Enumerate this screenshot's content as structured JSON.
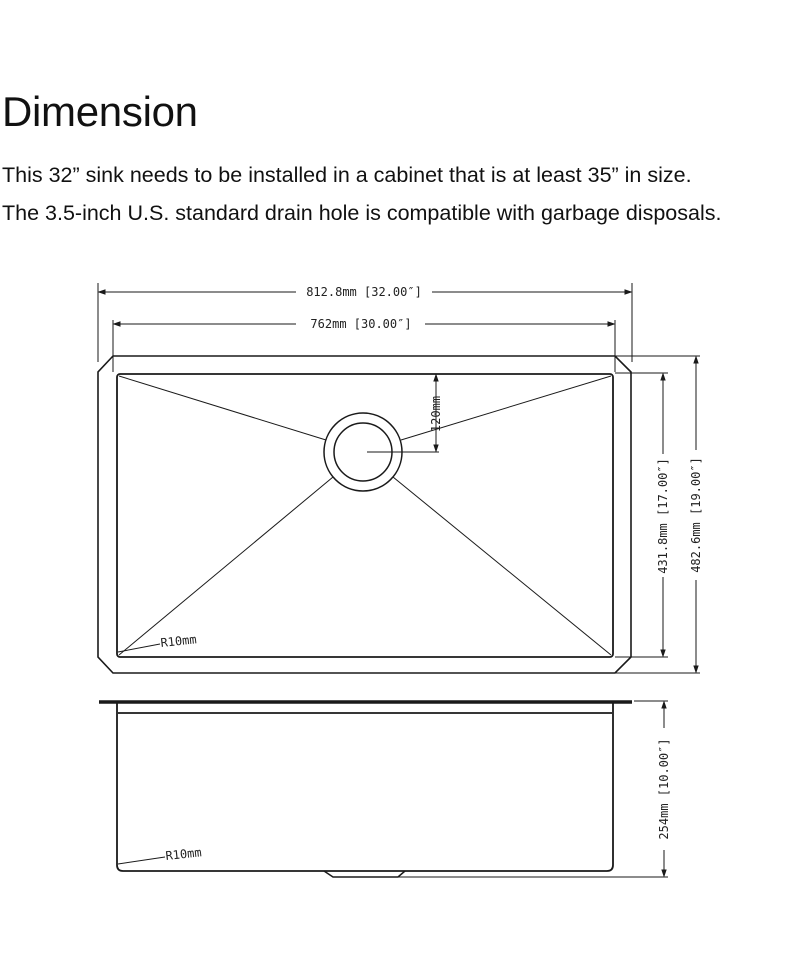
{
  "header": {
    "title": "Dimension"
  },
  "description": {
    "line1": "This 32” sink needs to be installed in a cabinet that is at least 35” in size.",
    "line2": "The 3.5-inch U.S. standard drain hole is compatible with garbage disposals."
  },
  "diagram": {
    "top_view": {
      "overall_width": "812.8mm [32.00″]",
      "inner_width": "762mm [30.00″]",
      "drain_offset": "120mm",
      "inner_depth": "431.8mm [17.00″]",
      "overall_depth": "482.6mm [19.00″]",
      "corner_radius": "R10mm"
    },
    "side_view": {
      "height": "254mm [10.00″]",
      "corner_radius": "R10mm"
    },
    "line_color": "#1a1a1a"
  }
}
